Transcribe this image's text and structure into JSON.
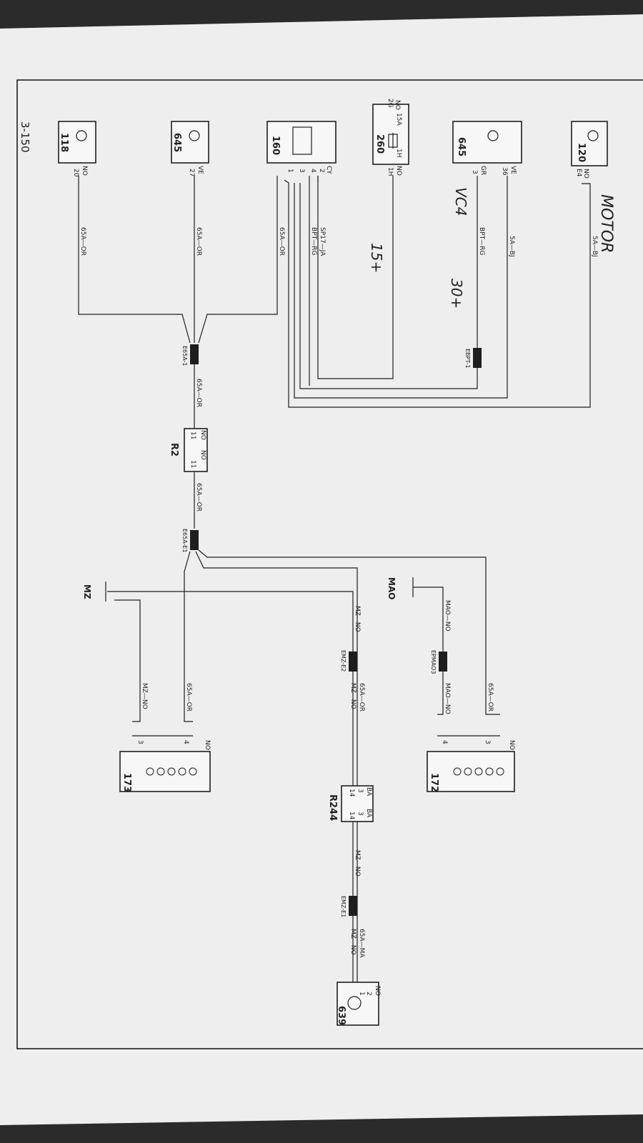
{
  "page": {
    "number": "3-150"
  },
  "colors": {
    "ink": "#1e1e1e",
    "paper": "#eeeeef",
    "pen": "#2a2a2a",
    "background": "#2b2b2b"
  },
  "handwriting": {
    "motor": "MOTOR",
    "vc4": "VC4",
    "v30": "30+",
    "v15": "15+"
  },
  "components": {
    "c120": {
      "label": "120",
      "pins_header": "NO",
      "pin": "E4"
    },
    "c645_top": {
      "label": "645",
      "pin_a": "VE",
      "pin_a_num": "36",
      "pin_b": "GR",
      "pin_b_num": "3"
    },
    "c260": {
      "label": "260",
      "pin_left": "NO",
      "pin_left_num": "2G",
      "fuse": "15A",
      "pin_right": "1H",
      "pin_right2": "NO",
      "pin_right_num": "1H"
    },
    "c160": {
      "label": "160",
      "pins_header": "CY",
      "pins": [
        "2",
        "4",
        "3",
        "1"
      ]
    },
    "c645_low": {
      "label": "645",
      "pins_header": "VE",
      "pin": "27"
    },
    "c118": {
      "label": "118",
      "pins_header": "NO",
      "pin": "20"
    },
    "r2": {
      "label": "R2",
      "left_hdr": "NO",
      "right_hdr": "NO",
      "left_pin": "11",
      "right_pin": "11"
    },
    "mao": {
      "label": "MAO"
    },
    "mz": {
      "label": "MZ"
    },
    "c172": {
      "label": "172",
      "pins_header": "NO",
      "pins": [
        "3",
        "4"
      ]
    },
    "c173": {
      "label": "173",
      "pins_header": "NO",
      "pins": [
        "4",
        "3"
      ]
    },
    "r244": {
      "label": "R244",
      "left_hdr": "BA",
      "right_hdr": "BA",
      "left_pins": [
        "3",
        "14"
      ],
      "right_pins": [
        "3",
        "14"
      ]
    },
    "c639": {
      "label": "639",
      "pins_header": "NO",
      "pins": [
        "2",
        "1"
      ]
    }
  },
  "wires": {
    "w120": "5A—BJ",
    "w645a": "5A—BJ",
    "w645b": "BPT—RG",
    "w160_sp": "SP17—JA",
    "w160_bpt": "BPT—RG",
    "w160_65a": "65A—OR",
    "w645low": "65A—OR",
    "w118": "65A—OR",
    "w_mid1": "65A—OR",
    "w_mid2": "65A—OR",
    "w_mao1": "MAO—NO",
    "w_mao2": "MAO—NO",
    "w_172": "65A—OR",
    "w_mz1": "MZ—NO",
    "w_mz2a": "65A—OR",
    "w_mz2b": "MZ—NO",
    "w_173a": "65A—OR",
    "w_173b": "MZ—NO",
    "w_639a": "MZ—NO",
    "w_639b": "65A—MA",
    "w_639c": "MZ—NO"
  },
  "splices": {
    "ebpt1": "EBPT-1",
    "e65a1": "E65A-1",
    "e65ae1": "E65A-E1",
    "epmao3": "EPMAO3",
    "emze2": "EMZ-E2",
    "emze1": "EMZ-E1"
  }
}
